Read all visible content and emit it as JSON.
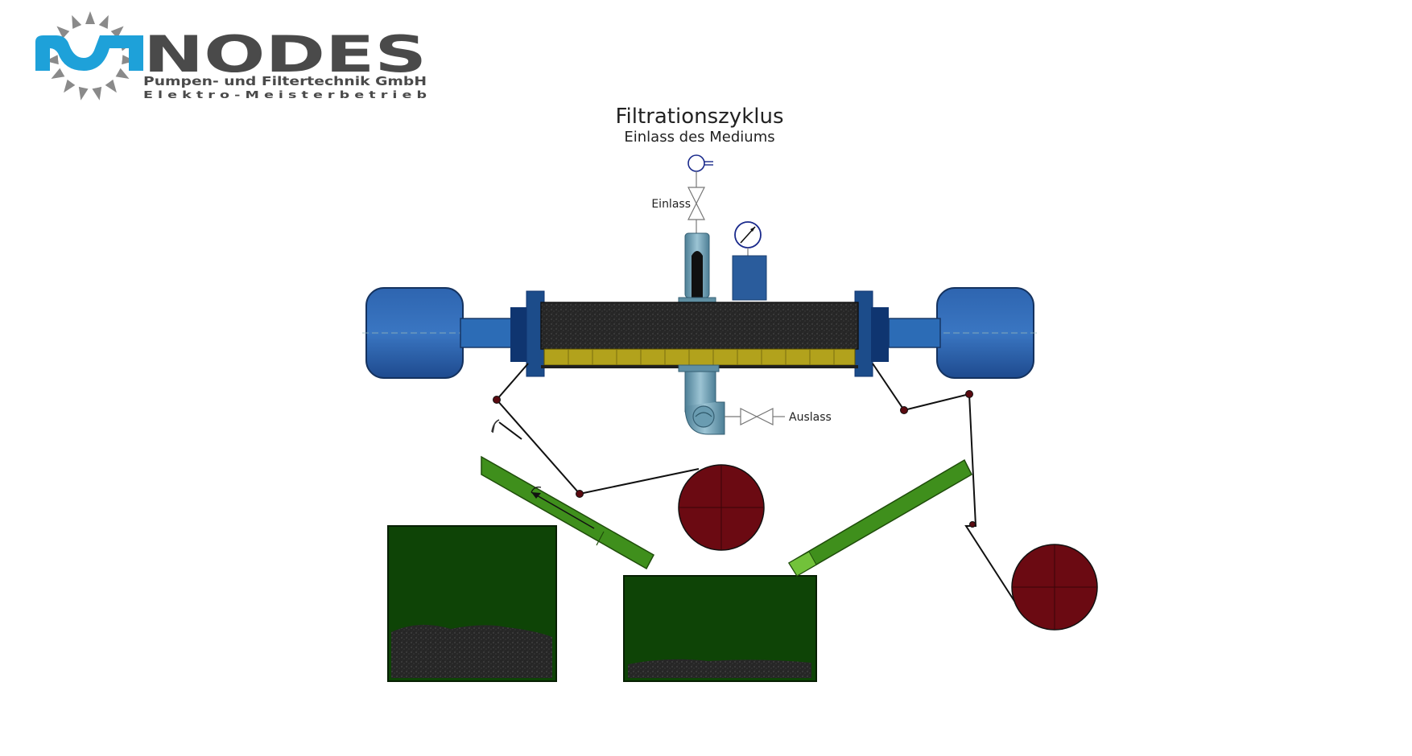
{
  "logo": {
    "brand": "NODES",
    "line1": "Pumpen- und Filtertechnik GmbH",
    "line2": "E l e k t r o - M e i s t e r b e t r i e b",
    "colors": {
      "blue": "#1ea1d9",
      "grey": "#4a4a4a"
    }
  },
  "diagram": {
    "title": "Filtrationszyklus",
    "subtitle": "Einlass des Mediums",
    "labels": {
      "inlet": "Einlass",
      "outlet": "Auslass"
    },
    "colors": {
      "drum": "#2e65b0",
      "drum_dark": "#0f3570",
      "filter_body": "#232323",
      "filter_trough": "#b2a21c",
      "chute": "#3f8f1c",
      "bin": "#0e4406",
      "roll": "#6b0a12",
      "pipe": "#7aa7ba"
    }
  }
}
